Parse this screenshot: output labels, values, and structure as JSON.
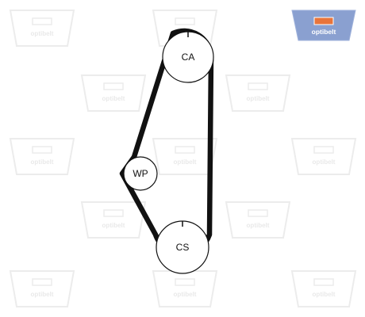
{
  "brand": {
    "logo_text": "optibelt",
    "watermark_text": "optibelt",
    "colors": {
      "logo_blue": "#8aa0d0",
      "logo_orange": "#e8743b",
      "belt": "#111111",
      "watermark": "#ececec"
    }
  },
  "diagram": {
    "pulleys": [
      {
        "id": "ca",
        "label": "CA"
      },
      {
        "id": "wp",
        "label": "WP"
      },
      {
        "id": "cs",
        "label": "CS"
      }
    ]
  }
}
